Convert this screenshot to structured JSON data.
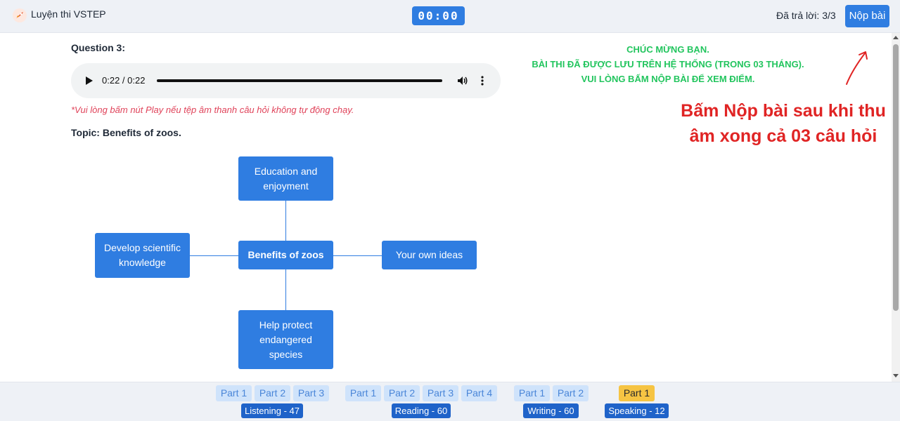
{
  "header": {
    "app_title": "Luyện thi VSTEP",
    "timer": "00:00",
    "answered": "Đã trả lời: 3/3",
    "submit_label": "Nộp bài"
  },
  "question": {
    "title": "Question 3:",
    "audio_time": "0:22 / 0:22",
    "hint": "*Vui lòng bấm nút Play nếu tệp âm thanh câu hỏi không tự động chạy.",
    "topic": "Topic: Benefits of zoos."
  },
  "diagram": {
    "center": "Benefits of zoos",
    "top": "Education and enjoyment",
    "left": "Develop scientific knowledge",
    "right": "Your own ideas",
    "bottom": "Help protect endangered species"
  },
  "notice": {
    "line1": "CHÚC MỪNG BẠN.",
    "line2": "BÀI THI ĐÃ ĐƯỢC LƯU TRÊN HỆ THỐNG (TRONG 03 THÁNG).",
    "line3": "VUI LÒNG BẤM NỘP BÀI ĐỂ XEM ĐIỂM.",
    "instruction": "Bấm Nộp bài sau khi thu âm xong cả 03 câu hỏi"
  },
  "colors": {
    "accent": "#2f7de1",
    "success": "#22c55e",
    "warning": "#e02424",
    "active_part": "#f6c443"
  },
  "nav": {
    "listening": {
      "label": "Listening - 47",
      "parts": [
        "Part 1",
        "Part 2",
        "Part 3"
      ]
    },
    "reading": {
      "label": "Reading - 60",
      "parts": [
        "Part 1",
        "Part 2",
        "Part 3",
        "Part 4"
      ]
    },
    "writing": {
      "label": "Writing - 60",
      "parts": [
        "Part 1",
        "Part 2"
      ]
    },
    "speaking": {
      "label": "Speaking - 12",
      "parts": [
        "Part 1"
      ],
      "active_part": "Part 1"
    }
  }
}
